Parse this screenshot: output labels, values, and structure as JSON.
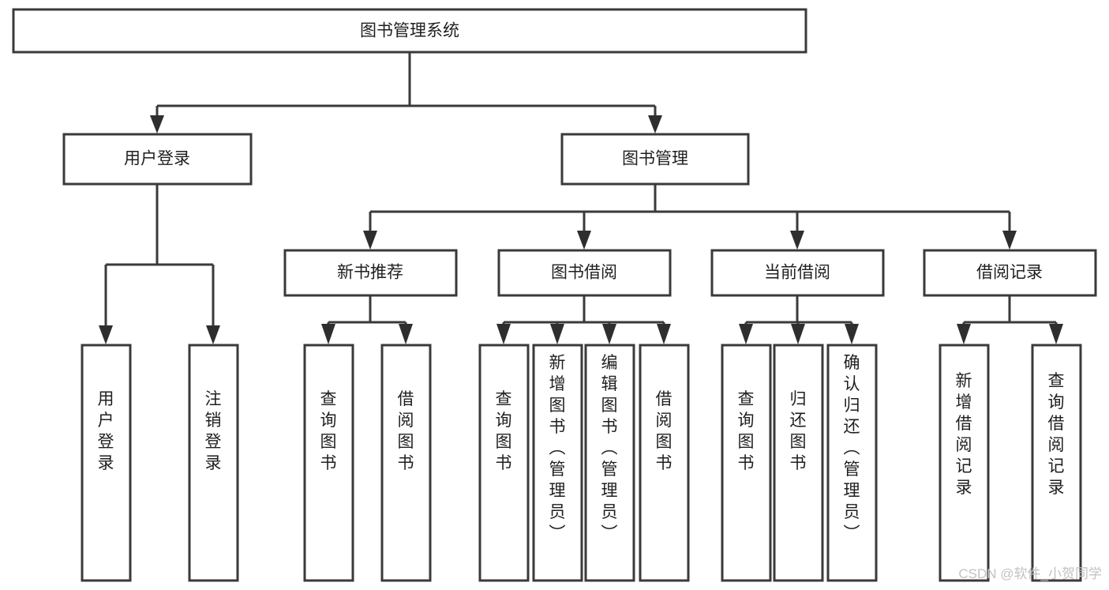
{
  "diagram": {
    "type": "tree-hierarchy",
    "title": "图书管理系统",
    "orientation": "top-down",
    "style": {
      "box_fill": "#ffffff",
      "box_stroke": "#3a3a3a",
      "connector_color": "#3a3a3a",
      "text_color": "#1f1f1f",
      "background": "#ffffff"
    },
    "root": {
      "id": "root",
      "label": "图书管理系统",
      "text_orientation": "horizontal"
    },
    "level2": [
      {
        "id": "user-login",
        "label": "用户登录",
        "text_orientation": "horizontal"
      },
      {
        "id": "book-manage",
        "label": "图书管理",
        "text_orientation": "horizontal"
      }
    ],
    "level3": [
      {
        "id": "new-book-recommend",
        "label": "新书推荐",
        "parent": "book-manage",
        "text_orientation": "horizontal"
      },
      {
        "id": "book-borrow",
        "label": "图书借阅",
        "parent": "book-manage",
        "text_orientation": "horizontal"
      },
      {
        "id": "current-borrow",
        "label": "当前借阅",
        "parent": "book-manage",
        "text_orientation": "horizontal"
      },
      {
        "id": "borrow-record",
        "label": "借阅记录",
        "parent": "book-manage",
        "text_orientation": "horizontal"
      }
    ],
    "leaves": [
      {
        "id": "leaf-user-login",
        "label": "用户登录",
        "parent": "user-login",
        "text_orientation": "vertical"
      },
      {
        "id": "leaf-user-logout",
        "label": "注销登录",
        "parent": "user-login",
        "text_orientation": "vertical"
      },
      {
        "id": "leaf-query-book-1",
        "label": "查询图书",
        "parent": "new-book-recommend",
        "text_orientation": "vertical"
      },
      {
        "id": "leaf-borrow-book-1",
        "label": "借阅图书",
        "parent": "new-book-recommend",
        "text_orientation": "vertical"
      },
      {
        "id": "leaf-query-book-2",
        "label": "查询图书",
        "parent": "book-borrow",
        "text_orientation": "vertical"
      },
      {
        "id": "leaf-add-book",
        "label": "新增图书（管理员）",
        "parent": "book-borrow",
        "text_orientation": "vertical"
      },
      {
        "id": "leaf-edit-book",
        "label": "编辑图书（管理员）",
        "parent": "book-borrow",
        "text_orientation": "vertical"
      },
      {
        "id": "leaf-borrow-book-2",
        "label": "借阅图书",
        "parent": "book-borrow",
        "text_orientation": "vertical"
      },
      {
        "id": "leaf-query-book-3",
        "label": "查询图书",
        "parent": "current-borrow",
        "text_orientation": "vertical"
      },
      {
        "id": "leaf-return-book",
        "label": "归还图书",
        "parent": "current-borrow",
        "text_orientation": "vertical"
      },
      {
        "id": "leaf-confirm-return",
        "label": "确认归还（管理员）",
        "parent": "current-borrow",
        "text_orientation": "vertical"
      },
      {
        "id": "leaf-add-record",
        "label": "新增借阅记录",
        "parent": "borrow-record",
        "text_orientation": "vertical"
      },
      {
        "id": "leaf-query-record",
        "label": "查询借阅记录",
        "parent": "borrow-record",
        "text_orientation": "vertical"
      }
    ]
  },
  "watermark": {
    "text": "CSDN @软件_小贺同学"
  }
}
